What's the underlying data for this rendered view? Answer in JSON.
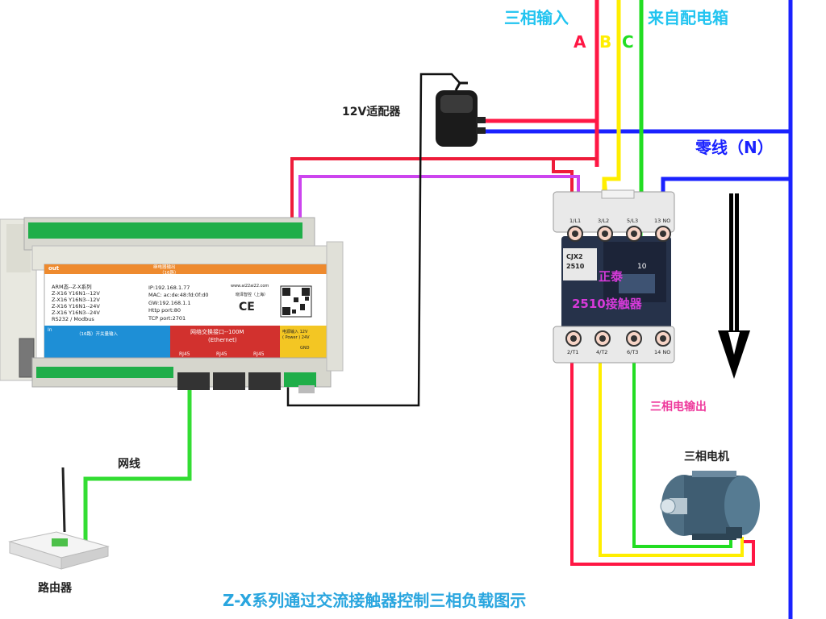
{
  "title": "Z-X系列通过交流接触器控制三相负载图示",
  "labels": {
    "three_phase_input": "三相输入",
    "from_dist_box": "来自配电箱",
    "phase_a": "A",
    "phase_b": "B",
    "phase_c": "C",
    "neutral": "零线（N）",
    "adapter": "12V适配器",
    "contactor_brand": "正泰",
    "contactor_model": "2510接触器",
    "three_phase_output": "三相电输出",
    "motor": "三相电机",
    "network_cable": "网线",
    "router": "路由器"
  },
  "contactor": {
    "model_plate_1": "CJX2",
    "model_plate_2": "2510",
    "rating": "10",
    "top_terminals": [
      "1/L1",
      "3/L2",
      "5/L3",
      "13 NO"
    ],
    "bottom_terminals": [
      "2/T1",
      "4/T2",
      "6/T3",
      "14 NO"
    ]
  },
  "controller": {
    "out_label": "out",
    "in_label": "In",
    "relay_output_label": "继电器输出",
    "relay_output_sub": "（16路）",
    "models": [
      "ARM态--Z-X系列",
      "Z-X16 Y16N1--12V",
      "Z-X16 Y16N3--12V",
      "Z-X16 Y16N1--24V",
      "Z-X16 Y16N3--24V",
      "RS232 / Modbus"
    ],
    "net_info": [
      "IP:192.168.1.77",
      "MAC: ac:de:48:fd:0f:d0",
      "GW:192.168.1.1",
      "Http port:80",
      "TCP port:2701"
    ],
    "website": "www.ai22ai22.com",
    "company": "晓泽智控（上海）",
    "ce_mark": "CE",
    "switch_input_label": "（16路）开关量输入",
    "network_port_title": "网络交换接口--100M",
    "network_port_sub": "(Ethernet)",
    "rj45": [
      "RJ45",
      "RJ45",
      "RJ45"
    ],
    "power_title": "电源输入 12V",
    "power_sub": "( Power ) 24V",
    "gnd_label": "GND"
  },
  "colors": {
    "phase_a": "#ff1744",
    "phase_b": "#ffee00",
    "phase_c": "#22dd22",
    "neutral": "#1a22ff",
    "control_red": "#ee1c3a",
    "control_magenta": "#cc44ee",
    "network": "#33dd33",
    "title": "#2aa6df",
    "input_label": "#22c4f0",
    "three_phase_output_label": "#ee3a9c"
  }
}
